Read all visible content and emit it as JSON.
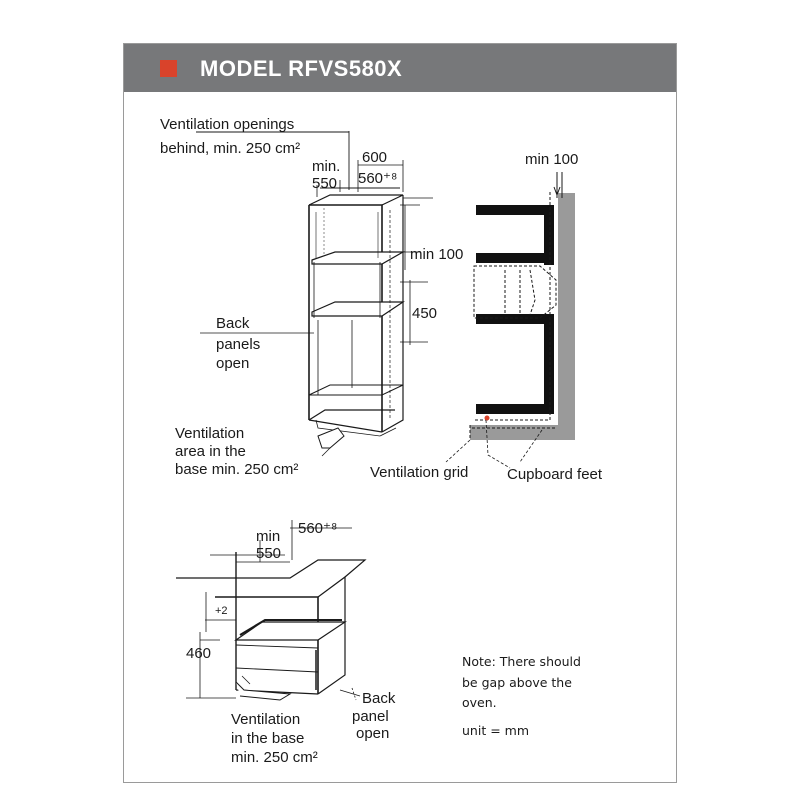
{
  "header": {
    "title": "MODEL RFVS580X",
    "accent_color": "#d9432b",
    "bar_color": "#77787a"
  },
  "tall_unit": {
    "vent_openings_line1": "Ventilation openings",
    "vent_openings_line2": "behind, min. 250 cm²",
    "min_label": "min.",
    "depth_label": "550",
    "height_label": "600",
    "width_label": "560⁺⁸",
    "min100_label": "min 100",
    "dim_450": "450",
    "back_panels_line1": "Back",
    "back_panels_line2": "panels",
    "back_panels_line3": "open",
    "vent_base_line1": "Ventilation",
    "vent_base_line2": "area in the",
    "vent_base_line3": "base min. 250 cm²"
  },
  "side_section": {
    "min100_label": "min 100",
    "ventilation_grid": "Ventilation grid",
    "cupboard_feet": "Cupboard feet"
  },
  "under_counter": {
    "min_label": "min",
    "depth_label": "550",
    "width_label": "560⁺⁸",
    "plus2_label": "+2",
    "dim_460": "460",
    "back_panel_line1": "Back",
    "back_panel_line2": "panel",
    "back_panel_line3": "open",
    "vent_line1": "Ventilation",
    "vent_line2": "in the base",
    "vent_line3": "min. 250 cm²"
  },
  "note": {
    "line1": "Note: There should",
    "line2": "be gap above the",
    "line3": "oven.",
    "unit": "unit = mm"
  }
}
